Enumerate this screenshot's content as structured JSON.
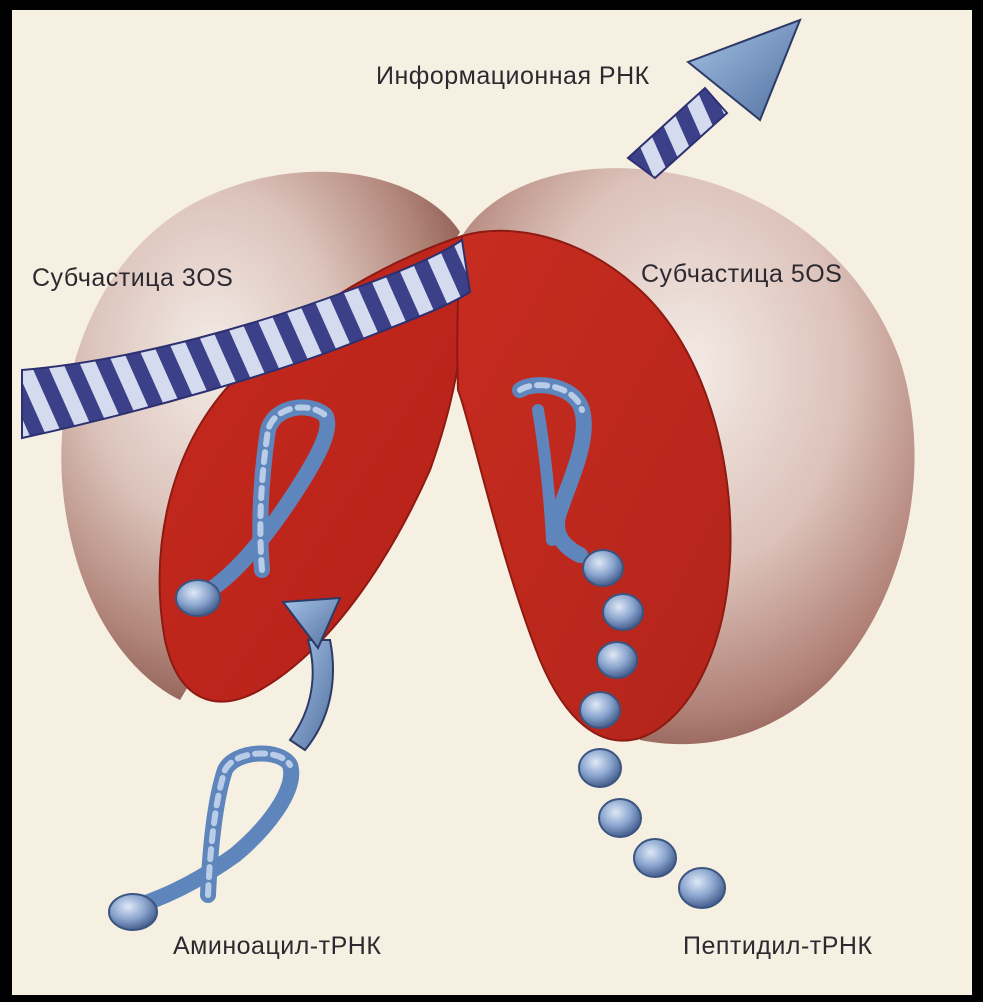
{
  "labels": {
    "mrna": "Информационная РНК",
    "subunit_30s": "Субчастица 3OS",
    "subunit_50s": "Субчастица 5OS",
    "aminoacyl_trna": "Аминоацил-тРНК",
    "peptidyl_trna": "Пептидил-тРНК"
  },
  "colors": {
    "frame": "#000000",
    "paper": "#f6f0e2",
    "subunit_shell": "#d8c0b8",
    "cut_face": "#c4291f",
    "mrna_dark": "#3a3f8a",
    "mrna_light": "#b9c8e6",
    "trna_blue": "#5d83b8",
    "bead_blue": "#8aa6cf"
  },
  "icons": {
    "mrna_arrow": "arrow-up-right-icon",
    "entry_arrow": "curved-arrow-up-icon"
  }
}
